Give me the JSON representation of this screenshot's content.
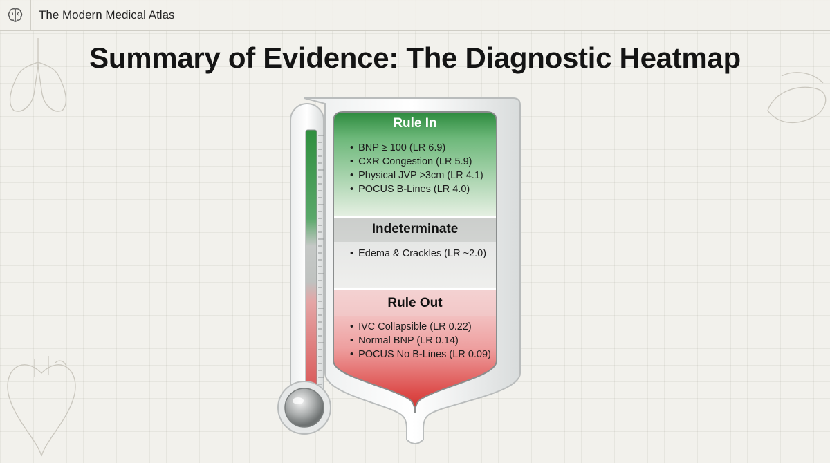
{
  "app": {
    "title": "The Modern Medical Atlas",
    "logo_icon": "brain-icon"
  },
  "page": {
    "title": "Summary of Evidence: The Diagnostic Heatmap"
  },
  "heatmap": {
    "zones": [
      {
        "id": "rule-in",
        "title": "Rule In",
        "color": "#2e8b45",
        "items": [
          "BNP ≥ 100 (LR 6.9)",
          "CXR Congestion (LR 5.9)",
          "Physical JVP >3cm (LR 4.1)",
          "POCUS B-Lines (LR 4.0)"
        ]
      },
      {
        "id": "indeterminate",
        "title": "Indeterminate",
        "color": "#c9ccca",
        "items": [
          "Edema & Crackles (LR ~2.0)"
        ]
      },
      {
        "id": "rule-out",
        "title": "Rule Out",
        "color": "#d23a3a",
        "items": [
          "IVC Collapsible (LR 0.22)",
          "Normal BNP (LR 0.14)",
          "POCUS No B-Lines (LR 0.09)"
        ]
      }
    ]
  },
  "decorations": [
    "lungs-sketch",
    "heart-sketch",
    "organ-sketch"
  ]
}
